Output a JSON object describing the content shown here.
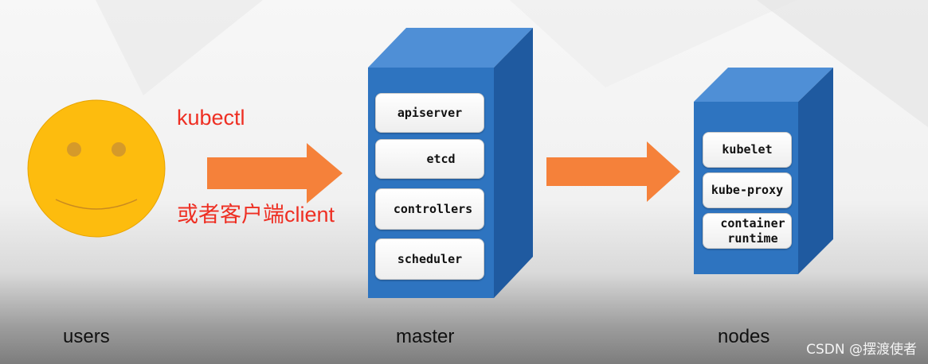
{
  "users": {
    "label": "users"
  },
  "client": {
    "label_top": "kubectl",
    "label_bottom": "或者客户端client"
  },
  "master": {
    "label": "master",
    "components": [
      "apiserver",
      "etcd",
      "controllers",
      "scheduler"
    ]
  },
  "nodes": {
    "label": "nodes",
    "components": [
      "kubelet",
      "kube-proxy",
      "container\nruntime"
    ]
  },
  "watermark": "CSDN @摆渡使者",
  "colors": {
    "cube_front": "#2e74c0",
    "cube_top": "#4f8fd6",
    "cube_side": "#1f5aa0",
    "arrow": "#f5813a",
    "smiley": "#fdbc0e",
    "label_red": "#ee2f23"
  }
}
